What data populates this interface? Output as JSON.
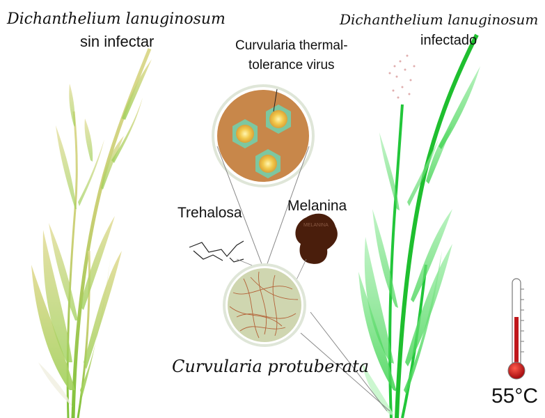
{
  "left_plant": {
    "species": "Dichanthelium lanuginosum",
    "status": "sin infectar"
  },
  "right_plant": {
    "species": "Dichanthelium lanuginosum",
    "status": "infectado"
  },
  "virus": {
    "label_line1": "Curvularia thermal-",
    "label_line2": "tolerance virus"
  },
  "trehalose": {
    "label": "Trehalosa"
  },
  "melanin": {
    "label": "Melanina",
    "blob_text": "MELANINA"
  },
  "fungus": {
    "label": "Curvularia protuberata"
  },
  "thermometer": {
    "temperature": "55°C"
  },
  "colors": {
    "healthy_green": "#22c63a",
    "pale_yellow": "#c8d08a",
    "virus_disc": "#c8874a",
    "fungus_disc": "#cfd6b0",
    "melanin": "#4a1e0c",
    "mercury": "#c0171b"
  }
}
